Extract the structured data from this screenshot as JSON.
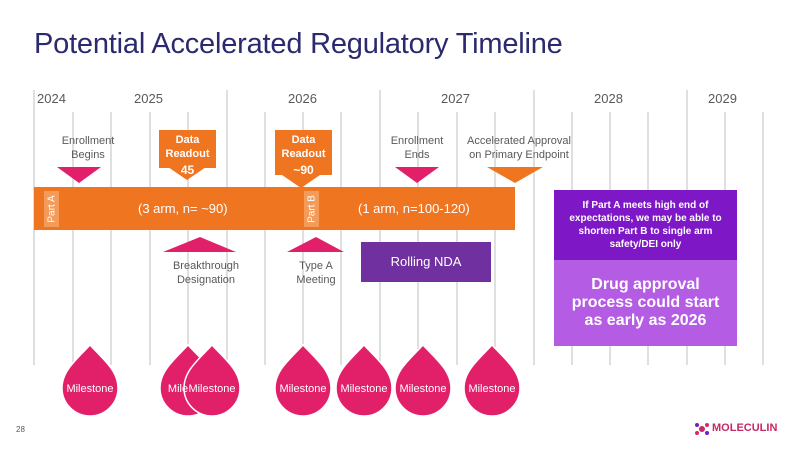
{
  "title": "Potential Accelerated Regulatory Timeline",
  "years": [
    "2024",
    "2025",
    "2026",
    "2027",
    "2028",
    "2029"
  ],
  "top_labels": {
    "enrollment_begins": "Enrollment\nBegins",
    "enrollment_ends": "Enrollment\nEnds",
    "accelerated_approval": "Accelerated Approval\non Primary Endpoint"
  },
  "readouts": {
    "first": {
      "title": "Data\nReadout",
      "value": "45"
    },
    "second": {
      "title": "Data\nReadout",
      "value": "~90"
    }
  },
  "bar": {
    "part_a": "Part A",
    "part_a_text": "(3 arm, n= ~90)",
    "part_b": "Part B",
    "part_b_text": "(1 arm, n=100-120)"
  },
  "bottom_labels": {
    "breakthrough": "Breakthrough\nDesignation",
    "type_a": "Type A\nMeeting"
  },
  "rolling_nda": "Rolling NDA",
  "callout": {
    "top": "If Part A meets high end of expectations, we may be able to shorten Part B to single arm safety/DEI only",
    "bottom": "Drug approval process could start as early as 2026"
  },
  "milestones": [
    "Milestone",
    "Mile",
    "Milestone",
    "Milestone",
    "Milestone",
    "Milestone",
    "Milestone"
  ],
  "page_number": "28",
  "logo": "MOLECULIN",
  "colors": {
    "title": "#2b2a6e",
    "orange": "#f07521",
    "pink": "#e2206a",
    "purple_dark": "#7e17c6",
    "purple_light": "#b55ce4",
    "nda": "#7030a0"
  }
}
